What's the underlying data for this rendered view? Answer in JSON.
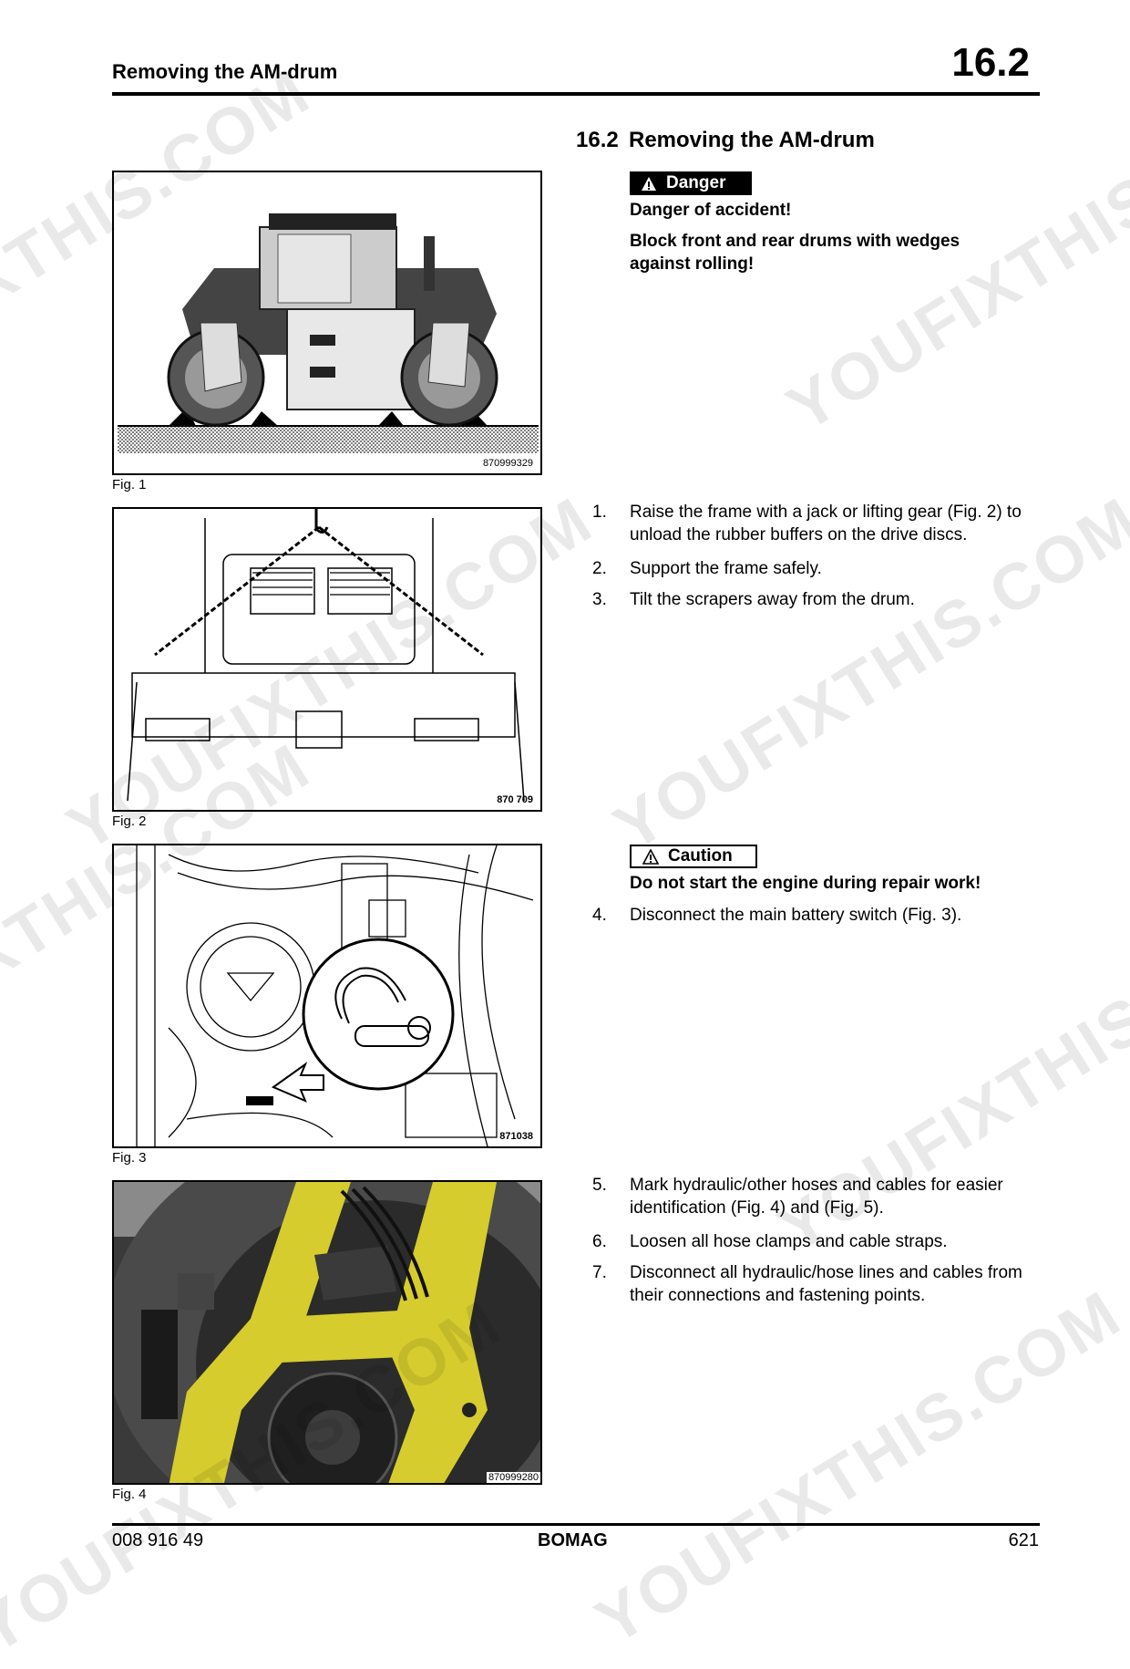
{
  "header": {
    "title": "Removing the AM-drum",
    "section_number": "16.2"
  },
  "section": {
    "number": "16.2",
    "title": "Removing the AM-drum"
  },
  "danger": {
    "label": "Danger",
    "line1": "Danger of accident!",
    "line2": "Block front and rear drums with wedges against rolling!"
  },
  "caution": {
    "label": "Caution",
    "text": "Do not start the engine during repair work!"
  },
  "steps": [
    {
      "n": "1.",
      "text": "Raise the frame with a jack or lifting gear (Fig. 2) to unload the rubber buffers on the drive discs."
    },
    {
      "n": "2.",
      "text": "Support the frame safely."
    },
    {
      "n": "3.",
      "text": "Tilt the scrapers away from the drum."
    },
    {
      "n": "4.",
      "text": "Disconnect the main battery switch (Fig. 3)."
    },
    {
      "n": "5.",
      "text": "Mark hydraulic/other hoses and cables for easier identification (Fig. 4) and (Fig. 5)."
    },
    {
      "n": "6.",
      "text": "Loosen all hose clamps and cable straps."
    },
    {
      "n": "7.",
      "text": "Disconnect all hydraulic/hose lines and cables from their connections and fastening points."
    }
  ],
  "figures": [
    {
      "caption": "Fig. 1",
      "code": "870999329"
    },
    {
      "caption": "Fig. 2",
      "code": "870 709"
    },
    {
      "caption": "Fig. 3",
      "code": "871038"
    },
    {
      "caption": "Fig. 4",
      "code": "870999280"
    }
  ],
  "footer": {
    "left": "008 916 49",
    "center": "BOMAG",
    "right": "621"
  },
  "watermarks": [
    "YOUFIXTHIS.COM",
    "YOUFIXTHIS",
    "YOUFIXTHIS.COM",
    "YOUFIXTHIS.COM",
    "YOUFIXTHIS",
    "YOUFIXTHIS.COM",
    "YOUFIXTHIS.COM",
    "YOUFIXTHIS.COM"
  ]
}
